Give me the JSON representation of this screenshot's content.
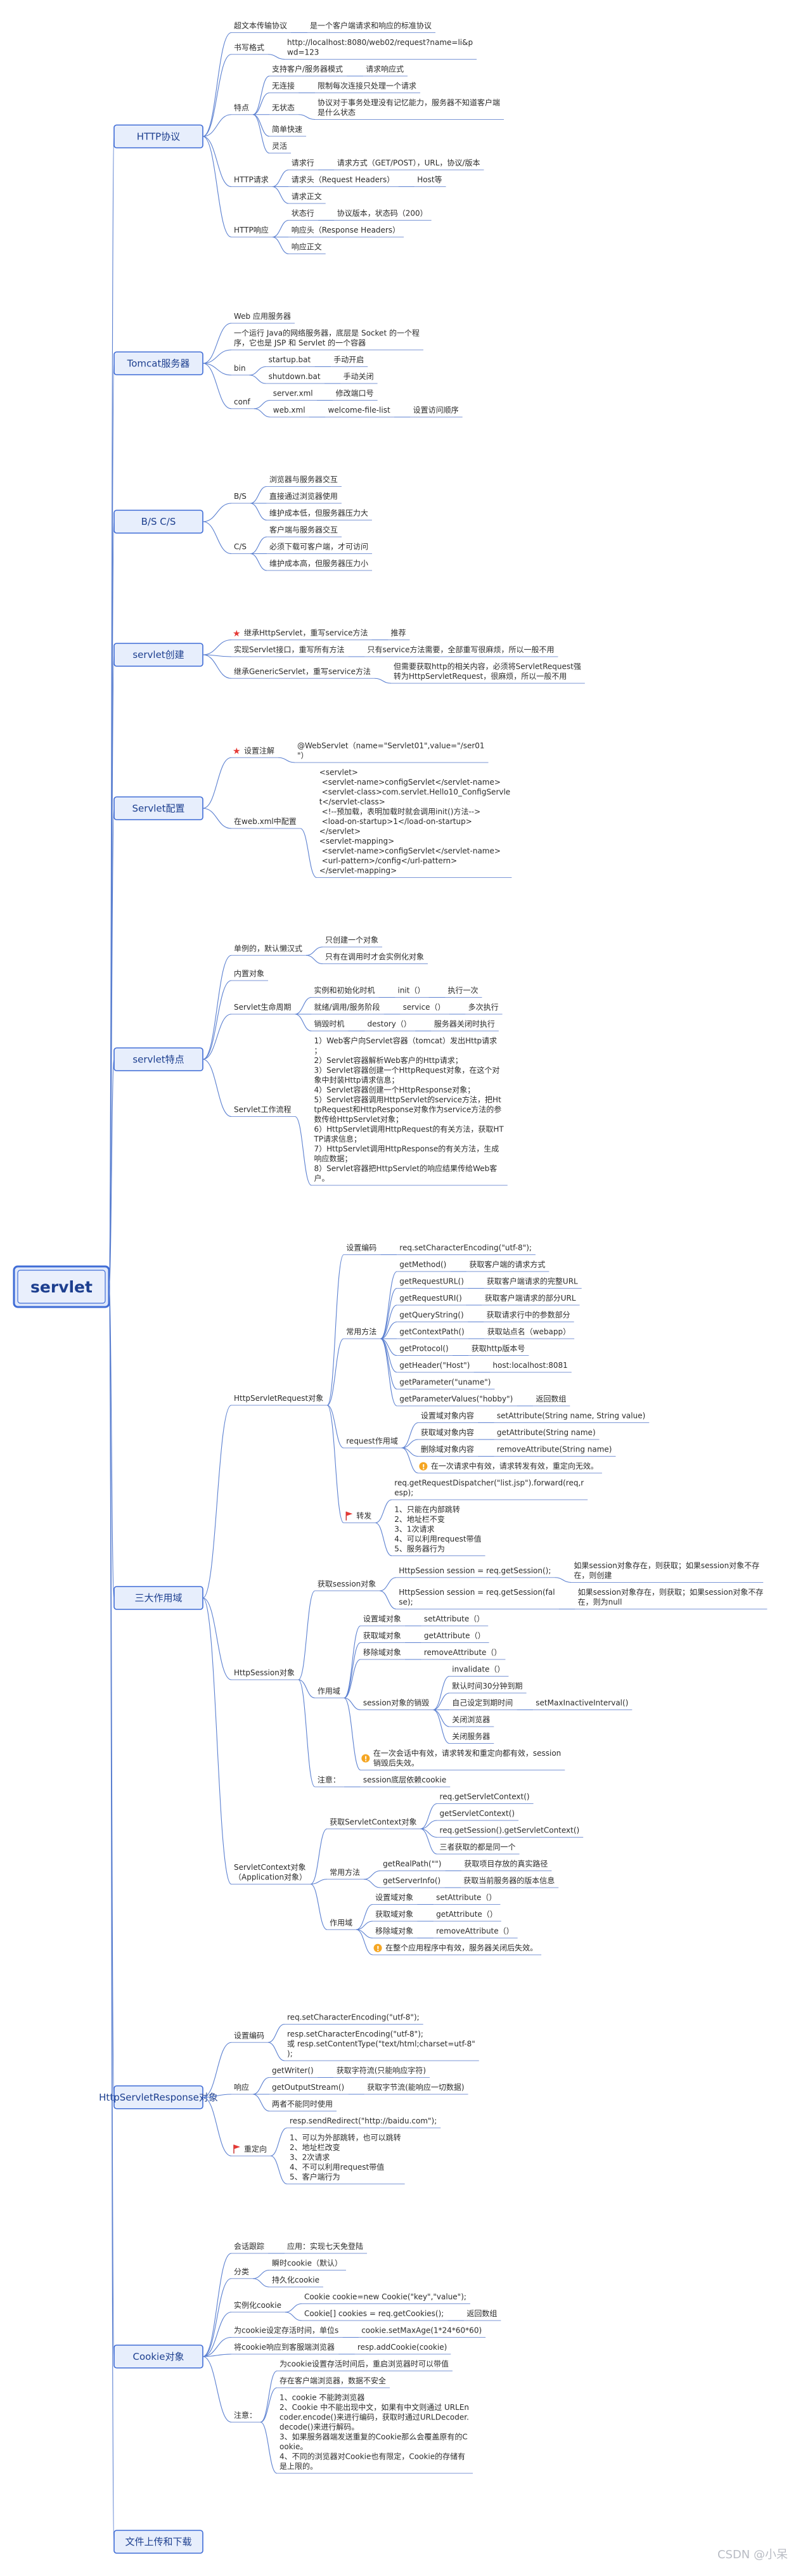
{
  "root": {
    "label": "servlet"
  },
  "watermark": "CSDN @小呆",
  "branches": [
    {
      "label": "HTTP协议",
      "children": [
        {
          "label": "超文本传输协议",
          "children": [
            {
              "label": "是一个客户端请求和响应的标准协议"
            }
          ]
        },
        {
          "label": "书写格式",
          "children": [
            {
              "label": "http://localhost:8080/web02/request?name=li&pwd=123"
            }
          ]
        },
        {
          "label": "特点",
          "children": [
            {
              "label": "支持客户/服务器模式",
              "children": [
                {
                  "label": "请求响应式"
                }
              ]
            },
            {
              "label": "无连接",
              "children": [
                {
                  "label": "限制每次连接只处理一个请求"
                }
              ]
            },
            {
              "label": "无状态",
              "children": [
                {
                  "label": "协议对于事务处理没有记忆能力，服务器不知道客户端是什么状态"
                }
              ]
            },
            {
              "label": "简单快速"
            },
            {
              "label": "灵活"
            }
          ]
        },
        {
          "label": "HTTP请求",
          "children": [
            {
              "label": "请求行",
              "children": [
                {
                  "label": "请求方式（GET/POST），URL，协议/版本"
                }
              ]
            },
            {
              "label": "请求头（Request Headers）",
              "children": [
                {
                  "label": "Host等"
                }
              ]
            },
            {
              "label": "请求正文"
            }
          ]
        },
        {
          "label": "HTTP响应",
          "children": [
            {
              "label": "状态行",
              "children": [
                {
                  "label": "协议版本，状态码（200）"
                }
              ]
            },
            {
              "label": "响应头（Response Headers）"
            },
            {
              "label": "响应正文"
            }
          ]
        }
      ]
    },
    {
      "label": "Tomcat服务器",
      "children": [
        {
          "label": "Web 应用服务器"
        },
        {
          "label": "一个运行 Java的网络服务器，底层是 Socket 的一个程序，它也是 JSP 和 Servlet 的一个容器"
        },
        {
          "label": "bin",
          "children": [
            {
              "label": "startup.bat",
              "children": [
                {
                  "label": "手动开启"
                }
              ]
            },
            {
              "label": "shutdown.bat",
              "children": [
                {
                  "label": "手动关闭"
                }
              ]
            }
          ]
        },
        {
          "label": "conf",
          "children": [
            {
              "label": "server.xml",
              "children": [
                {
                  "label": "修改端口号"
                }
              ]
            },
            {
              "label": "web.xml",
              "children": [
                {
                  "label": "welcome-file-list",
                  "children": [
                    {
                      "label": "设置访问顺序"
                    }
                  ]
                }
              ]
            }
          ]
        }
      ]
    },
    {
      "label": "B/S  C/S",
      "children": [
        {
          "label": "B/S",
          "children": [
            {
              "label": "浏览器与服务器交互"
            },
            {
              "label": "直接通过浏览器使用"
            },
            {
              "label": "维护成本低，但服务器压力大"
            }
          ]
        },
        {
          "label": "C/S",
          "children": [
            {
              "label": "客户端与服务器交互"
            },
            {
              "label": "必须下载可客户端，才可访问"
            },
            {
              "label": "维护成本高，但服务器压力小"
            }
          ]
        }
      ]
    },
    {
      "label": "servlet创建",
      "children": [
        {
          "label": "继承HttpServlet，重写service方法",
          "star": true,
          "children": [
            {
              "label": "推荐"
            }
          ]
        },
        {
          "label": "实现Servlet接口，重写所有方法",
          "children": [
            {
              "label": "只有service方法需要，全部重写很麻烦，所以一般不用"
            }
          ]
        },
        {
          "label": "继承GenericServlet，重写service方法",
          "children": [
            {
              "label": "但需要获取http的相关内容，必须将ServletRequest强转为HttpServletRequest，很麻烦，所以一般不用"
            }
          ]
        }
      ]
    },
    {
      "label": "Servlet配置",
      "children": [
        {
          "label": "设置注解",
          "star": true,
          "children": [
            {
              "label": "@WebServlet（name=\"Servlet01\",value=\"/ser01\"）"
            }
          ]
        },
        {
          "label": "在web.xml中配置",
          "children": [
            {
              "label": "<servlet>\n    <servlet-name>configServlet</servlet-name>\n    <servlet-class>com.servlet.Hello10_ConfigServlet</servlet-class>\n    <!--预加载，表明加载时就会调用init()方法-->\n    <load-on-startup>1</load-on-startup>\n</servlet>\n<servlet-mapping>\n    <servlet-name>configServlet</servlet-name>\n    <url-pattern>/config</url-pattern>\n</servlet-mapping>"
            }
          ]
        }
      ]
    },
    {
      "label": "servlet特点",
      "children": [
        {
          "label": "单例的，默认懒汉式",
          "children": [
            {
              "label": "只创建一个对象"
            },
            {
              "label": "只有在调用时才会实例化对象"
            }
          ]
        },
        {
          "label": "内置对象"
        },
        {
          "label": "Servlet生命周期",
          "children": [
            {
              "label": "实例和初始化时机",
              "children": [
                {
                  "label": "init（）",
                  "children": [
                    {
                      "label": "执行一次"
                    }
                  ]
                }
              ]
            },
            {
              "label": "就绪/调用/服务阶段",
              "children": [
                {
                  "label": "service（）",
                  "children": [
                    {
                      "label": "多次执行"
                    }
                  ]
                }
              ]
            },
            {
              "label": "销毁时机",
              "children": [
                {
                  "label": "destory（）",
                  "children": [
                    {
                      "label": "服务器关闭时执行"
                    }
                  ]
                }
              ]
            }
          ]
        },
        {
          "label": "Servlet工作流程",
          "children": [
            {
              "label": "1）Web客户向Servlet容器（tomcat）发出Http请求；\n2）Servlet容器解析Web客户的Http请求；\n3）Servlet容器创建一个HttpRequest对象，在这个对象中封装Http请求信息；\n4）Servlet容器创建一个HttpResponse对象；\n5）Servlet容器调用HttpServlet的service方法，把HttpRequest和HttpResponse对象作为service方法的参数传给HttpServlet对象；\n6）HttpServlet调用HttpRequest的有关方法，获取HTTP请求信息；\n7）HttpServlet调用HttpResponse的有关方法，生成响应数据；\n8）Servlet容器把HttpServlet的响应结果传给Web客户。"
            }
          ]
        }
      ]
    },
    {
      "label": "三大作用域",
      "children": [
        {
          "label": "HttpServletRequest对象",
          "children": [
            {
              "label": "设置编码",
              "children": [
                {
                  "label": "req.setCharacterEncoding(\"utf-8\");"
                }
              ]
            },
            {
              "label": "常用方法",
              "children": [
                {
                  "label": "getMethod()",
                  "children": [
                    {
                      "label": "获取客户端的请求方式"
                    }
                  ]
                },
                {
                  "label": "getRequestURL()",
                  "children": [
                    {
                      "label": "获取客户端请求的完整URL"
                    }
                  ]
                },
                {
                  "label": "getRequestURI()",
                  "children": [
                    {
                      "label": "获取客户端请求的部分URL"
                    }
                  ]
                },
                {
                  "label": "getQueryString()",
                  "children": [
                    {
                      "label": "获取请求行中的参数部分"
                    }
                  ]
                },
                {
                  "label": "getContextPath()",
                  "children": [
                    {
                      "label": "获取站点名（webapp）"
                    }
                  ]
                },
                {
                  "label": "getProtocol()",
                  "children": [
                    {
                      "label": "获取http版本号"
                    }
                  ]
                },
                {
                  "label": "getHeader(\"Host\")",
                  "children": [
                    {
                      "label": "host:localhost:8081"
                    }
                  ]
                },
                {
                  "label": "getParameter(\"uname\")"
                },
                {
                  "label": "getParameterValues(\"hobby\")",
                  "children": [
                    {
                      "label": "返回数组"
                    }
                  ]
                }
              ]
            },
            {
              "label": "request作用域",
              "children": [
                {
                  "label": "设置域对象内容",
                  "children": [
                    {
                      "label": "setAttribute(String name, String value)"
                    }
                  ]
                },
                {
                  "label": "获取域对象内容",
                  "children": [
                    {
                      "label": "getAttribute(String name)"
                    }
                  ]
                },
                {
                  "label": "删除域对象内容",
                  "children": [
                    {
                      "label": "removeAttribute(String name)"
                    }
                  ]
                },
                {
                  "label": "在一次请求中有效，请求转发有效，重定向无效。",
                  "note": true
                }
              ]
            },
            {
              "label": "转发",
              "flag": true,
              "children": [
                {
                  "label": "req.getRequestDispatcher(\"list.jsp\").forward(req,resp);"
                },
                {
                  "label": "1、只能在内部跳转\n2、地址栏不变\n3、1次请求\n4、可以利用request带值\n5、服务器行为"
                }
              ]
            }
          ]
        },
        {
          "label": "HttpSession对象",
          "children": [
            {
              "label": "获取session对象",
              "children": [
                {
                  "label": "HttpSession session = req.getSession();",
                  "children": [
                    {
                      "label": "如果session对象存在，则获取；如果session对象不存在，则创建"
                    }
                  ]
                },
                {
                  "label": "HttpSession session = req.getSession(false);",
                  "children": [
                    {
                      "label": "如果session对象存在，则获取；如果session对象不存在，则为null"
                    }
                  ]
                }
              ]
            },
            {
              "label": "作用域",
              "children": [
                {
                  "label": "设置域对象",
                  "children": [
                    {
                      "label": "setAttribute（）"
                    }
                  ]
                },
                {
                  "label": "获取域对象",
                  "children": [
                    {
                      "label": "getAttribute（）"
                    }
                  ]
                },
                {
                  "label": "移除域对象",
                  "children": [
                    {
                      "label": "removeAttribute（）"
                    }
                  ]
                },
                {
                  "label": "session对象的销毁",
                  "children": [
                    {
                      "label": "invalidate（）"
                    },
                    {
                      "label": "默认时间30分钟到期"
                    },
                    {
                      "label": "自己设定到期时间",
                      "children": [
                        {
                          "label": "setMaxInactiveInterval()"
                        }
                      ]
                    },
                    {
                      "label": "关闭浏览器"
                    },
                    {
                      "label": "关闭服务器"
                    }
                  ]
                },
                {
                  "label": "在一次会话中有效，请求转发和重定向都有效，session销毁后失效。",
                  "note": true
                }
              ]
            },
            {
              "label": "注意：",
              "children": [
                {
                  "label": "session底层依赖cookie"
                }
              ]
            }
          ]
        },
        {
          "label": "ServletContext对象\n（Application对象）",
          "children": [
            {
              "label": "获取ServletContext对象",
              "children": [
                {
                  "label": "req.getServletContext()"
                },
                {
                  "label": "getServletContext()"
                },
                {
                  "label": "req.getSession().getServletContext()"
                },
                {
                  "label": "三者获取的都是同一个"
                }
              ]
            },
            {
              "label": "常用方法",
              "children": [
                {
                  "label": "getRealPath(\"\")",
                  "children": [
                    {
                      "label": "获取项目存放的真实路径"
                    }
                  ]
                },
                {
                  "label": "getServerInfo()",
                  "children": [
                    {
                      "label": "获取当前服务器的版本信息"
                    }
                  ]
                }
              ]
            },
            {
              "label": "作用域",
              "children": [
                {
                  "label": "设置域对象",
                  "children": [
                    {
                      "label": "setAttribute（）"
                    }
                  ]
                },
                {
                  "label": "获取域对象",
                  "children": [
                    {
                      "label": "getAttribute（）"
                    }
                  ]
                },
                {
                  "label": "移除域对象",
                  "children": [
                    {
                      "label": "removeAttribute（）"
                    }
                  ]
                },
                {
                  "label": "在整个应用程序中有效，服务器关闭后失效。",
                  "note": true
                }
              ]
            }
          ]
        }
      ]
    },
    {
      "label": "HttpServletResponse对象",
      "children": [
        {
          "label": "设置编码",
          "children": [
            {
              "label": "req.setCharacterEncoding(\"utf-8\");"
            },
            {
              "label": "resp.setCharacterEncoding(\"utf-8\");\n或 resp.setContentType(\"text/html;charset=utf-8\");"
            }
          ]
        },
        {
          "label": "响应",
          "children": [
            {
              "label": "getWriter()",
              "children": [
                {
                  "label": "获取字符流(只能响应字符)"
                }
              ]
            },
            {
              "label": "getOutputStream()",
              "children": [
                {
                  "label": "获取字节流(能响应一切数据)"
                }
              ]
            },
            {
              "label": "两者不能同时使用"
            }
          ]
        },
        {
          "label": "重定向",
          "flag": true,
          "children": [
            {
              "label": "resp.sendRedirect(\"http://baidu.com\");"
            },
            {
              "label": "1、可以为外部跳转，也可以跳转\n2、地址栏改变\n3、2次请求\n4、不可以利用request带值\n5、客户端行为"
            }
          ]
        }
      ]
    },
    {
      "label": "Cookie对象",
      "children": [
        {
          "label": "会话跟踪",
          "children": [
            {
              "label": "应用：实现七天免登陆"
            }
          ]
        },
        {
          "label": "分类",
          "children": [
            {
              "label": "瞬时cookie（默认）"
            },
            {
              "label": "持久化cookie"
            }
          ]
        },
        {
          "label": "实例化cookie",
          "children": [
            {
              "label": "Cookie cookie=new Cookie(\"key\",\"value\");"
            },
            {
              "label": "Cookie[] cookies = req.getCookies();",
              "children": [
                {
                  "label": "返回数组"
                }
              ]
            }
          ]
        },
        {
          "label": "为cookie设定存活时间，单位s",
          "children": [
            {
              "label": "cookie.setMaxAge(1*24*60*60)"
            }
          ]
        },
        {
          "label": "将cookie响应到客服端浏览器",
          "children": [
            {
              "label": "resp.addCookie(cookie)"
            }
          ]
        },
        {
          "label": "注意：",
          "children": [
            {
              "label": "为cookie设置存活时间后，重启浏览器时可以带值"
            },
            {
              "label": "存在客户端浏览器，数据不安全"
            },
            {
              "label": "1、cookie 不能跨浏览器\n2、Cookie 中不能出现中文，如果有中文则通过 URLEncoder.encode()来进行编码，获取时通过URLDecoder.decode()来进行解码。\n3、如果服务器端发送重复的Cookie那么会覆盖原有的Cookie。\n4、不同的浏览器对Cookie也有限定，Cookie的存储有是上限的。"
            }
          ]
        }
      ]
    },
    {
      "label": "文件上传和下载",
      "children": []
    }
  ]
}
